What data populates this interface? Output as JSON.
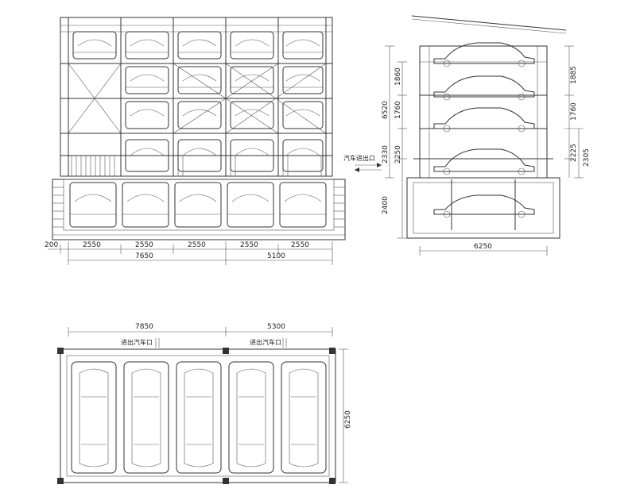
{
  "front_view": {
    "dims_row1": [
      "200",
      "2550",
      "2550",
      "2550",
      "2550",
      "2550"
    ],
    "dims_row2": [
      "7650",
      "5100"
    ]
  },
  "side_view": {
    "left_dims": [
      "6520",
      "1860",
      "1760",
      "2330",
      "2250",
      "2400"
    ],
    "right_dims": [
      "1885",
      "1760",
      "2225",
      "2305"
    ],
    "bottom_dim": "6250",
    "entrance_label": "汽车进出口"
  },
  "plan_view": {
    "top_dims": [
      "7850",
      "5300"
    ],
    "entrance_labels": [
      "进出汽车口",
      "进出汽车口"
    ],
    "right_dim": "6250"
  }
}
